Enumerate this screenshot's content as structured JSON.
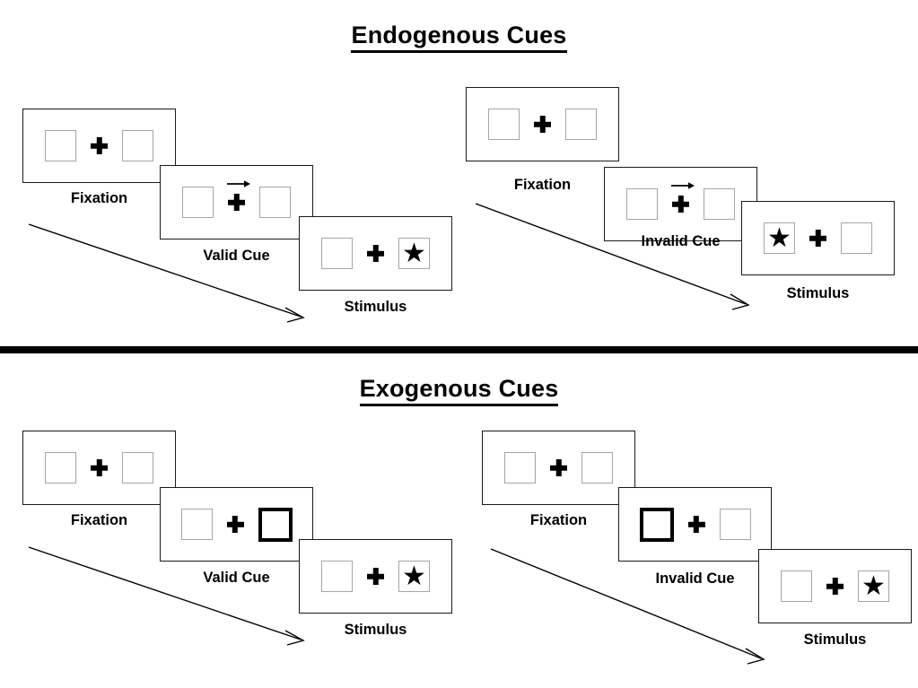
{
  "figure": {
    "type": "posner-cueing-paradigm",
    "sections": [
      {
        "id": "endogenous",
        "title": "Endogenous Cues",
        "panels": [
          {
            "id": "endogenous-valid",
            "condition": "valid",
            "frames": [
              {
                "label": "Fixation",
                "left_box": "empty",
                "right_box": "empty",
                "cue": "none",
                "stimulus_side": "none"
              },
              {
                "label": "Valid Cue",
                "left_box": "empty",
                "right_box": "empty",
                "cue": "arrow-right",
                "stimulus_side": "none"
              },
              {
                "label": "Stimulus",
                "left_box": "empty",
                "right_box": "star",
                "cue": "none",
                "stimulus_side": "right"
              }
            ]
          },
          {
            "id": "endogenous-invalid",
            "condition": "invalid",
            "frames": [
              {
                "label": "Fixation",
                "left_box": "empty",
                "right_box": "empty",
                "cue": "none",
                "stimulus_side": "none"
              },
              {
                "label": "Invalid Cue",
                "left_box": "empty",
                "right_box": "empty",
                "cue": "arrow-right",
                "stimulus_side": "none"
              },
              {
                "label": "Stimulus",
                "left_box": "star",
                "right_box": "empty",
                "cue": "none",
                "stimulus_side": "left"
              }
            ]
          }
        ]
      },
      {
        "id": "exogenous",
        "title": "Exogenous Cues",
        "panels": [
          {
            "id": "exogenous-valid",
            "condition": "valid",
            "frames": [
              {
                "label": "Fixation",
                "left_box": "empty",
                "right_box": "empty",
                "cue": "none",
                "stimulus_side": "none"
              },
              {
                "label": "Valid Cue",
                "left_box": "empty",
                "right_box": "highlighted",
                "cue": "box-right",
                "stimulus_side": "none"
              },
              {
                "label": "Stimulus",
                "left_box": "empty",
                "right_box": "star",
                "cue": "none",
                "stimulus_side": "right"
              }
            ]
          },
          {
            "id": "exogenous-invalid",
            "condition": "invalid",
            "frames": [
              {
                "label": "Fixation",
                "left_box": "empty",
                "right_box": "empty",
                "cue": "none",
                "stimulus_side": "none"
              },
              {
                "label": "Invalid Cue",
                "left_box": "highlighted",
                "right_box": "empty",
                "cue": "box-left",
                "stimulus_side": "none"
              },
              {
                "label": "Stimulus",
                "left_box": "empty",
                "right_box": "star",
                "cue": "none",
                "stimulus_side": "right"
              }
            ]
          }
        ]
      }
    ],
    "glyphs": {
      "star": "★",
      "fixation_cross": "plus-cross",
      "cue_arrow": "arrow-right-icon",
      "sequence_arrow": "time-flow-arrow"
    },
    "colors": {
      "ink": "#000000",
      "frame_border": "#1a1a1a",
      "box_border": "#a6a6a6",
      "cued_box_border": "#000000",
      "background": "#ffffff"
    }
  }
}
